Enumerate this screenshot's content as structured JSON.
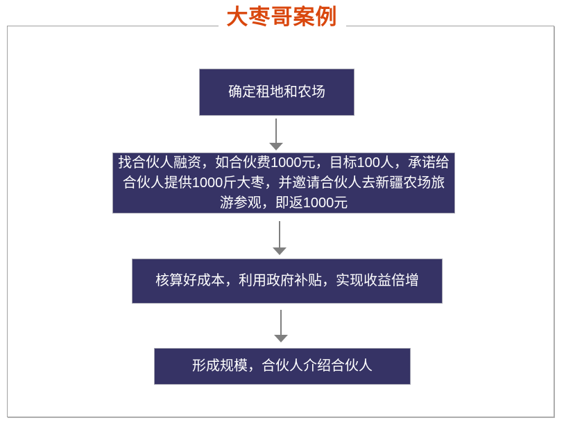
{
  "slide": {
    "title": "大枣哥案例"
  },
  "flowchart": {
    "type": "vertical-flow",
    "steps": [
      {
        "label": "确定租地和农场"
      },
      {
        "label": "找合伙人融资，如合伙费1000元，目标100人，承诺给合伙人提供1000斤大枣，并邀请合伙人去新疆农场旅游参观，即返1000元"
      },
      {
        "label": "核算好成本，利用政府补贴，实现收益倍增"
      },
      {
        "label": "形成规模，合伙人介绍合伙人"
      }
    ],
    "connectors": [
      {
        "from": 0,
        "to": 1,
        "shape": "arrow-down"
      },
      {
        "from": 1,
        "to": 2,
        "shape": "arrow-down"
      },
      {
        "from": 2,
        "to": 3,
        "shape": "arrow-down"
      }
    ]
  },
  "colors": {
    "title_text": "#D9470D",
    "box_fill": "#363365",
    "box_border": "#A3A3B0",
    "box_text": "#FFFFFF",
    "frame_border": "#A0A0A0",
    "arrow": "#7F7F7F",
    "background": "#FFFFFF"
  }
}
